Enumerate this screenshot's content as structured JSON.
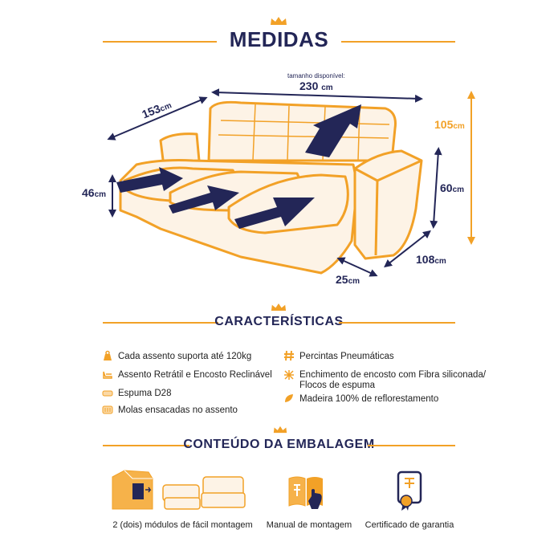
{
  "colors": {
    "navy": "#232657",
    "orange": "#f2a127",
    "sofa_fill": "#fdf3e6"
  },
  "header": {
    "title": "MEDIDAS",
    "icon": "crown-icon"
  },
  "dimensions": {
    "note": "tamanho disponível:",
    "width": "230",
    "depth_open": "153",
    "height": "105",
    "arm_height": "60",
    "seat_height": "46",
    "depth_closed": "108",
    "arm_width": "25",
    "unit": "cm"
  },
  "features": {
    "title": "CARACTERÍSTICAS",
    "left": [
      {
        "text": "Cada assento suporta até 120kg",
        "icon": "weight-icon"
      },
      {
        "text": "Assento Retrátil e Encosto Reclinável",
        "icon": "recliner-icon"
      },
      {
        "text": "Espuma D28",
        "icon": "foam-icon"
      },
      {
        "text": "Molas ensacadas no assento",
        "icon": "springs-icon"
      }
    ],
    "right": [
      {
        "text": "Percintas Pneumáticas",
        "icon": "hash-icon"
      },
      {
        "text": "Enchimento de encosto com Fibra siliconada/",
        "text2": "Flocos de espuma",
        "icon": "fiber-icon"
      },
      {
        "text": "Madeira 100% de reflorestamento",
        "icon": "leaf-icon"
      }
    ]
  },
  "package": {
    "title": "CONTEÚDO DA EMBALAGEM",
    "items": [
      {
        "caption": "2 (dois) módulos de fácil montagem",
        "icon": "box-sofa-icon"
      },
      {
        "caption": "Manual de montagem",
        "icon": "manual-icon"
      },
      {
        "caption": "Certificado de garantia",
        "icon": "certificate-icon"
      }
    ]
  }
}
